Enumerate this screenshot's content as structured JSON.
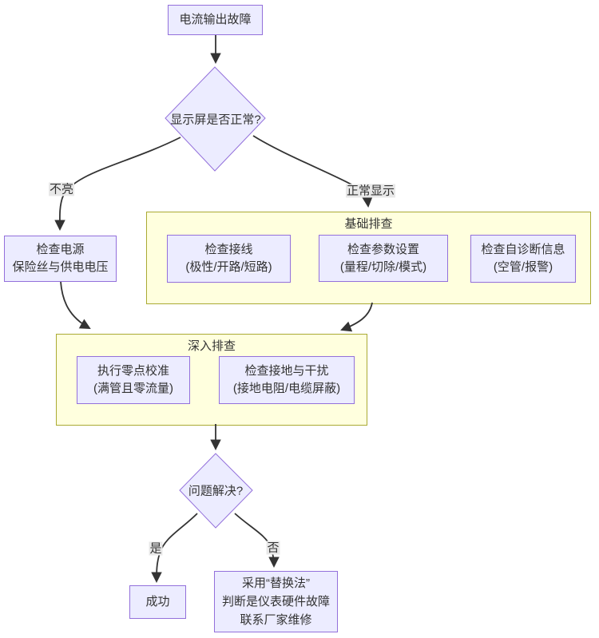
{
  "colors": {
    "page_bg": "#FFFFFF",
    "node_fill": "#ECECFF",
    "node_border": "#9370DB",
    "group_fill": "#FFFFDE",
    "group_border": "#AAAA33",
    "edge": "#333333",
    "label_bg": "#E8E8E8",
    "text": "#333333"
  },
  "nodes": {
    "start": {
      "text": "电流输出故障"
    },
    "display_decision": {
      "text": "显示屏是否正常?"
    },
    "check_power": {
      "lines": [
        "检查电源",
        "保险丝与供电电压"
      ]
    },
    "solved_decision": {
      "text": "问题解决?"
    },
    "success": {
      "text": "成功"
    },
    "replace_method": {
      "lines": [
        "采用“替换法”",
        "判断是仪表硬件故障",
        "联系厂家维修"
      ]
    }
  },
  "groups": {
    "basic": {
      "title": "基础排查",
      "items": [
        {
          "lines": [
            "检查接线",
            "(极性/开路/短路)"
          ]
        },
        {
          "lines": [
            "检查参数设置",
            "(量程/切除/模式)"
          ]
        },
        {
          "lines": [
            "检查自诊断信息",
            "(空管/报警)"
          ]
        }
      ]
    },
    "deep": {
      "title": "深入排查",
      "items": [
        {
          "lines": [
            "执行零点校准",
            "(满管且零流量)"
          ]
        },
        {
          "lines": [
            "检查接地与干扰",
            "(接地电阻/电缆屏蔽)"
          ]
        }
      ]
    }
  },
  "edge_labels": {
    "not_lit": "不亮",
    "normal_display": "正常显示",
    "yes": "是",
    "no": "否"
  },
  "edges": [
    {
      "from": "start",
      "to": "display_decision",
      "label": ""
    },
    {
      "from": "display_decision",
      "to": "check_power",
      "label": "不亮"
    },
    {
      "from": "display_decision",
      "to": "basic",
      "label": "正常显示"
    },
    {
      "from": "check_power",
      "to": "deep",
      "label": ""
    },
    {
      "from": "basic",
      "to": "deep",
      "label": ""
    },
    {
      "from": "deep",
      "to": "solved_decision",
      "label": ""
    },
    {
      "from": "solved_decision",
      "to": "success",
      "label": "是"
    },
    {
      "from": "solved_decision",
      "to": "replace_method",
      "label": "否"
    }
  ]
}
